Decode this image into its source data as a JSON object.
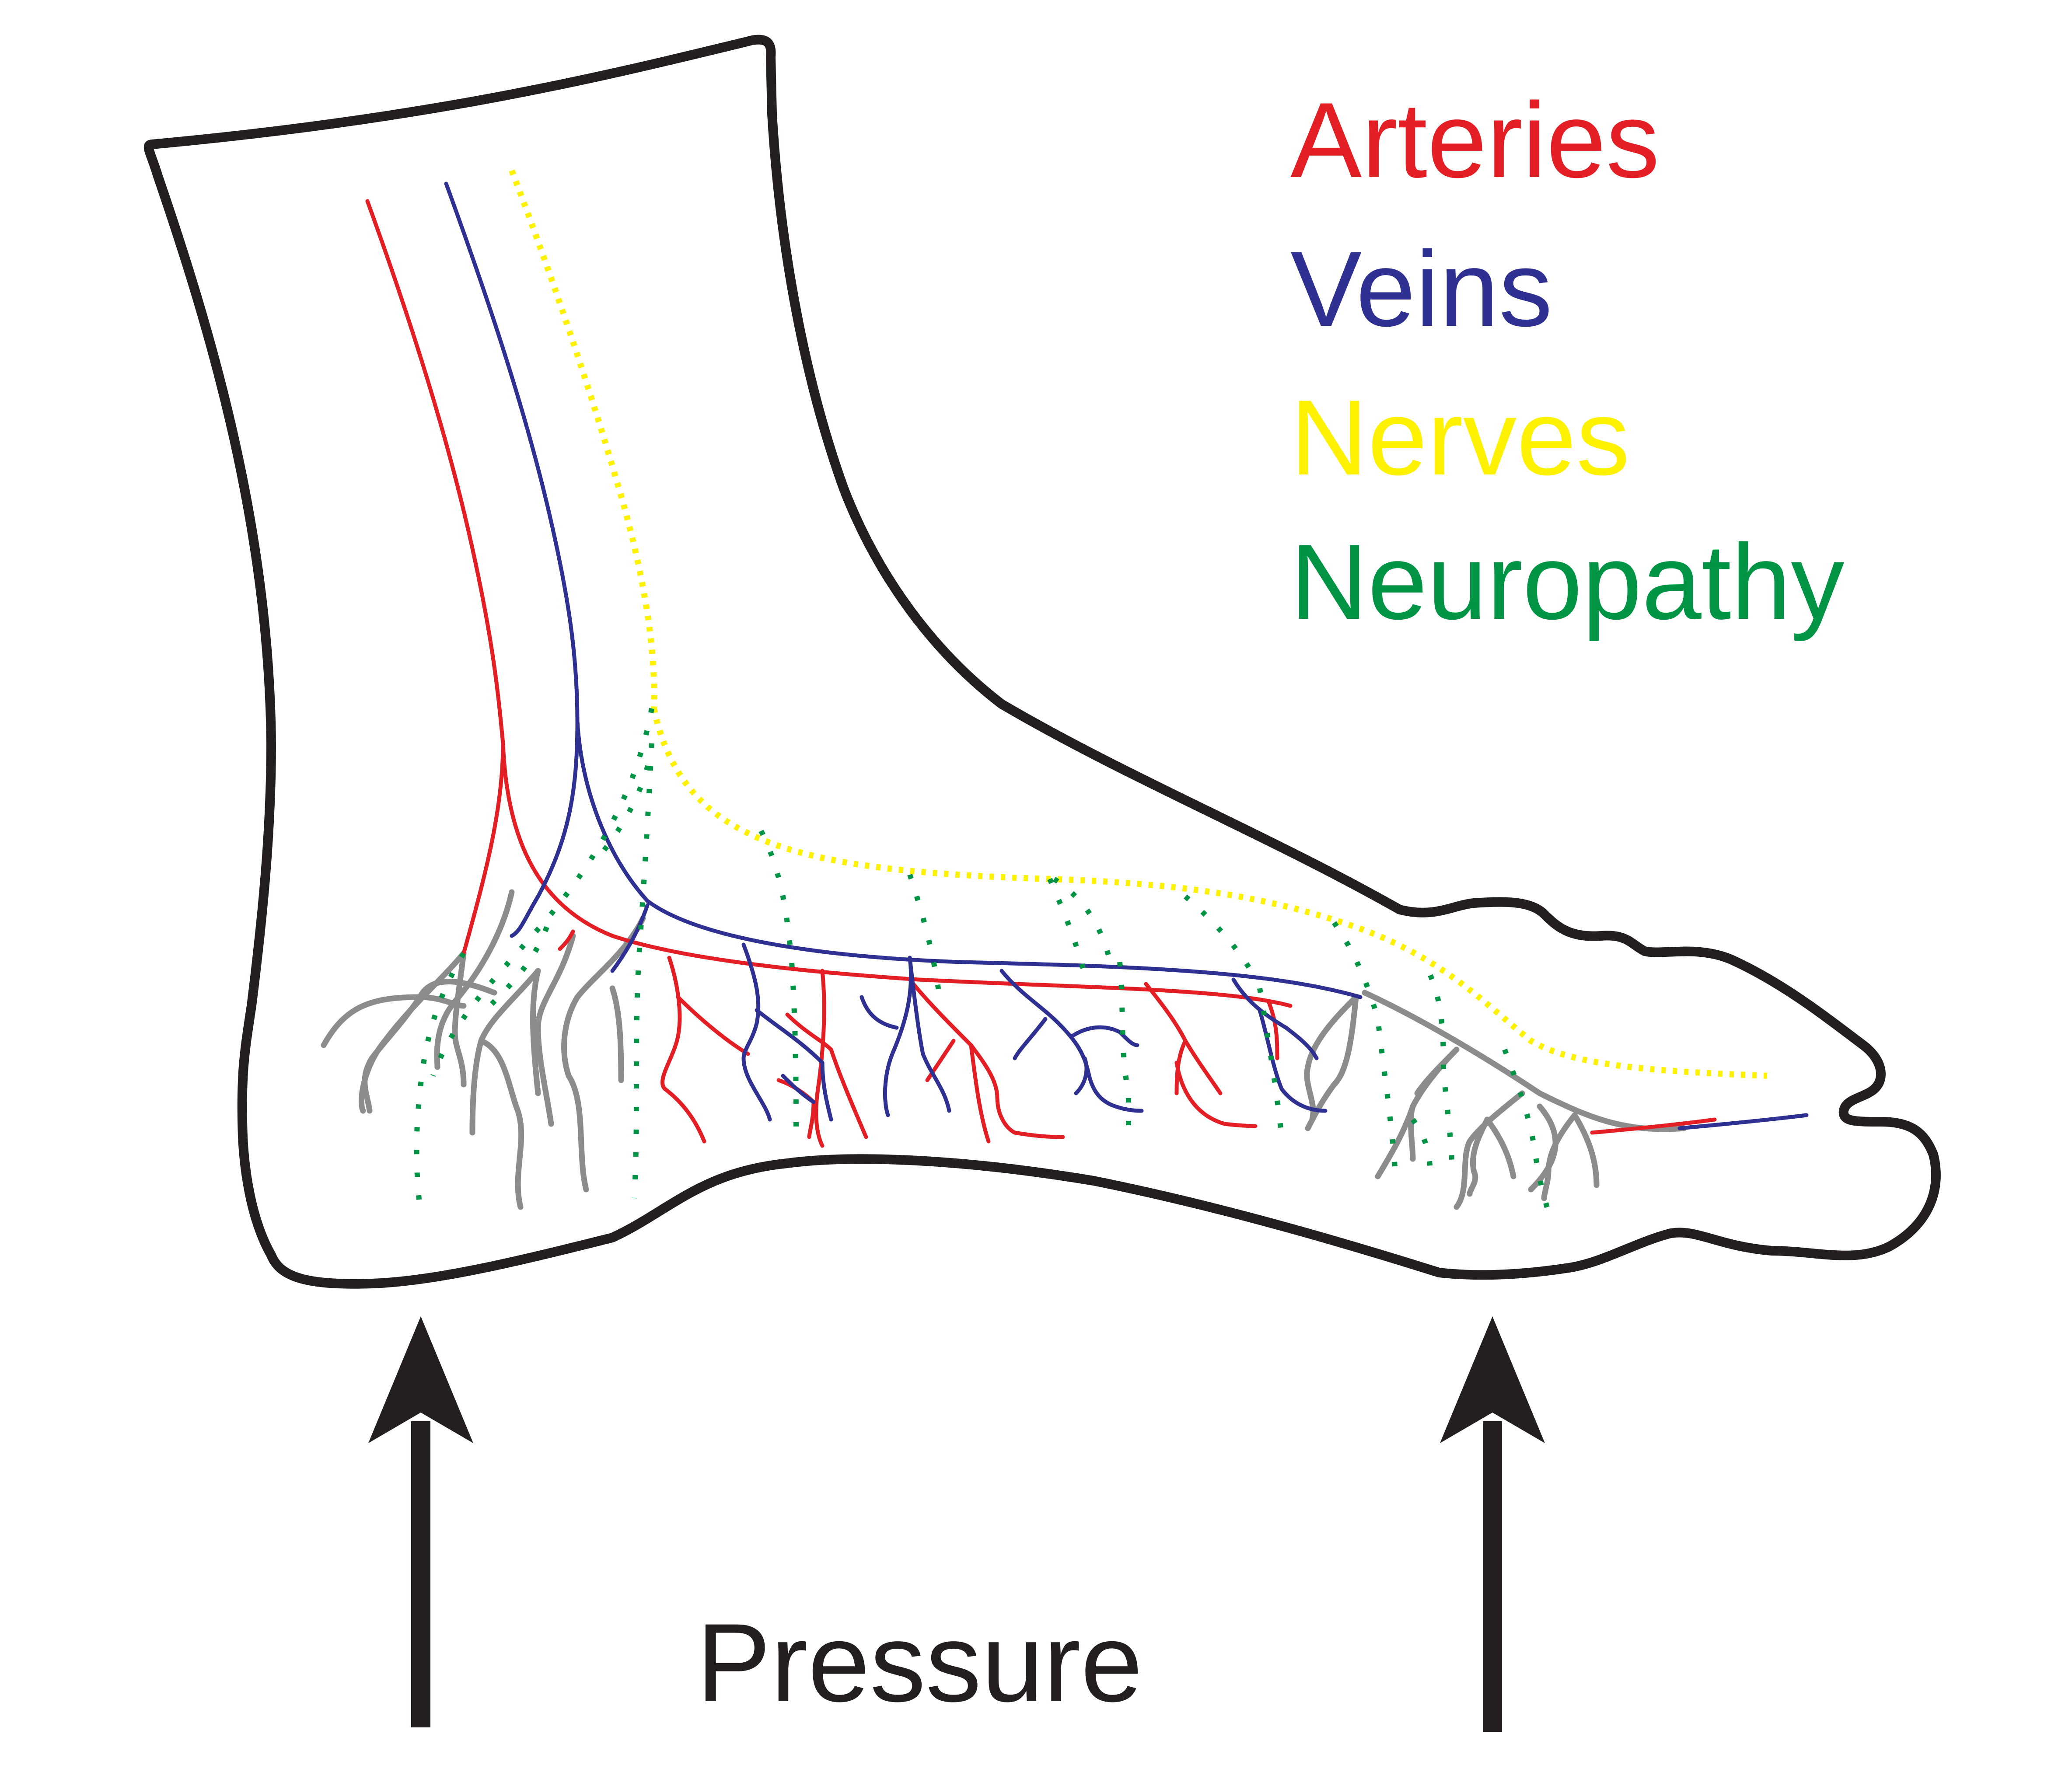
{
  "legend": {
    "items": [
      {
        "label": "Arteries",
        "color": "#e31e24"
      },
      {
        "label": "Veins",
        "color": "#2e3192"
      },
      {
        "label": "Nerves",
        "color": "#fff200"
      },
      {
        "label": "Neuropathy",
        "color": "#009444"
      }
    ]
  },
  "pressure_label": "Pressure",
  "colors": {
    "outline": "#231f20",
    "capillaries": "#8c8c8c",
    "arrow": "#231f20"
  }
}
